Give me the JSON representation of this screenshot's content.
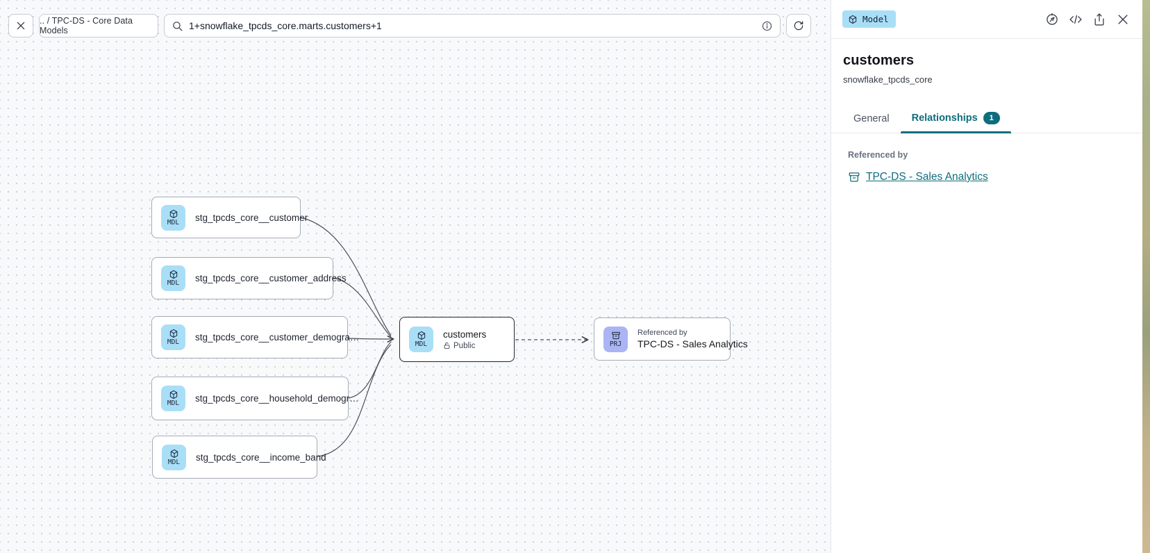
{
  "colors": {
    "teal_accent": "#0e6d7c",
    "model_badge_bg": "#a9def7",
    "project_badge_bg": "#abb5f3"
  },
  "toolbar": {
    "breadcrumb": ".. / TPC-DS - Core Data Models",
    "search_value": "1+snowflake_tpcds_core.marts.customers+1"
  },
  "canvas": {
    "upstream_nodes": [
      {
        "badge": "MDL",
        "label": "stg_tpcds_core__customer"
      },
      {
        "badge": "MDL",
        "label": "stg_tpcds_core__customer_address"
      },
      {
        "badge": "MDL",
        "label": "stg_tpcds_core__customer_demogra…"
      },
      {
        "badge": "MDL",
        "label": "stg_tpcds_core__household_demogr…"
      },
      {
        "badge": "MDL",
        "label": "stg_tpcds_core__income_band"
      }
    ],
    "selected_node": {
      "badge": "MDL",
      "title": "customers",
      "visibility": "Public"
    },
    "downstream_node": {
      "badge": "PRJ",
      "kicker": "Referenced by",
      "label": "TPC-DS - Sales Analytics"
    }
  },
  "panel": {
    "type_badge": "Model",
    "title": "customers",
    "subtitle": "snowflake_tpcds_core",
    "tabs": {
      "general": "General",
      "relationships": "Relationships",
      "relationships_count": "1"
    },
    "referenced_by_label": "Referenced by",
    "referenced_by_link": "TPC-DS - Sales Analytics"
  }
}
